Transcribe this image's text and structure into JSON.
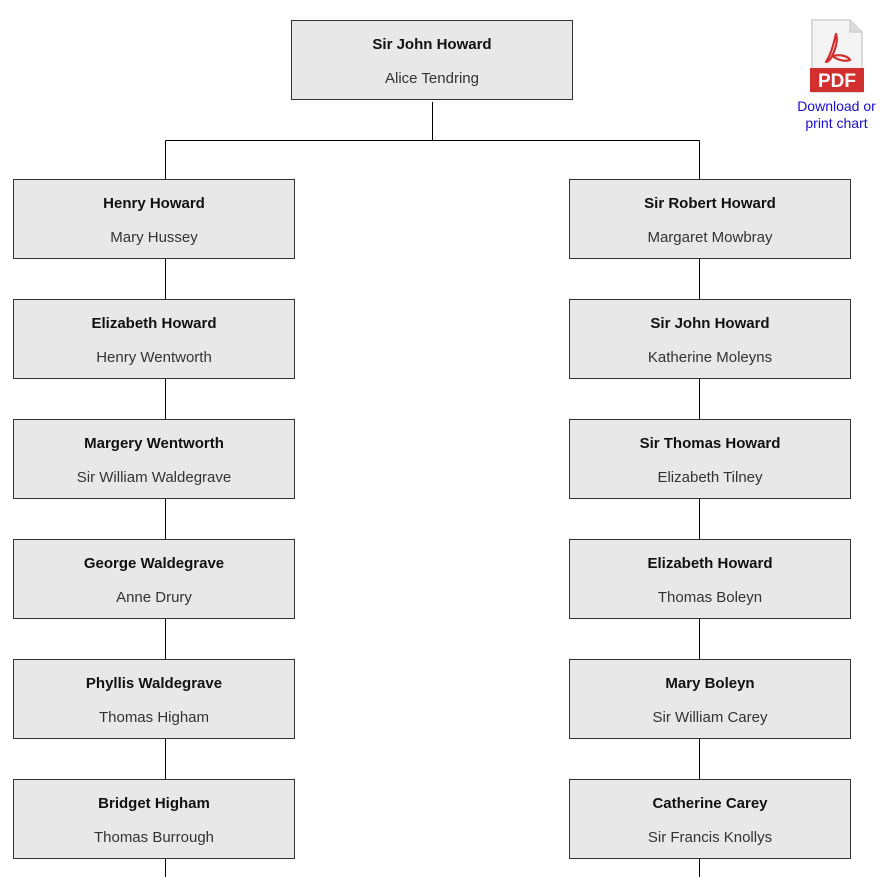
{
  "tree": {
    "root": {
      "name": "Sir John Howard",
      "spouse": "Alice Tendring"
    },
    "left_branch": [
      {
        "name": "Henry Howard",
        "spouse": "Mary Hussey"
      },
      {
        "name": "Elizabeth Howard",
        "spouse": "Henry Wentworth"
      },
      {
        "name": "Margery Wentworth",
        "spouse": "Sir William Waldegrave"
      },
      {
        "name": "George Waldegrave",
        "spouse": "Anne Drury"
      },
      {
        "name": "Phyllis Waldegrave",
        "spouse": "Thomas Higham"
      },
      {
        "name": "Bridget Higham",
        "spouse": "Thomas Burrough"
      }
    ],
    "right_branch": [
      {
        "name": "Sir Robert Howard",
        "spouse": "Margaret Mowbray"
      },
      {
        "name": "Sir John Howard",
        "spouse": "Katherine Moleyns"
      },
      {
        "name": "Sir Thomas Howard",
        "spouse": "Elizabeth Tilney"
      },
      {
        "name": "Elizabeth Howard",
        "spouse": "Thomas Boleyn"
      },
      {
        "name": "Mary Boleyn",
        "spouse": "Sir William Carey"
      },
      {
        "name": "Catherine Carey",
        "spouse": "Sir Francis Knollys"
      }
    ]
  },
  "download": {
    "icon_label": "PDF",
    "line1": "Download or",
    "line2": "print chart",
    "icon_name": "pdf-file-icon"
  },
  "colors": {
    "node_fill": "#e8e8e8",
    "node_border": "#333333",
    "connector": "#000000",
    "link": "#1a0dcc",
    "pdf_red": "#d32f2f"
  }
}
